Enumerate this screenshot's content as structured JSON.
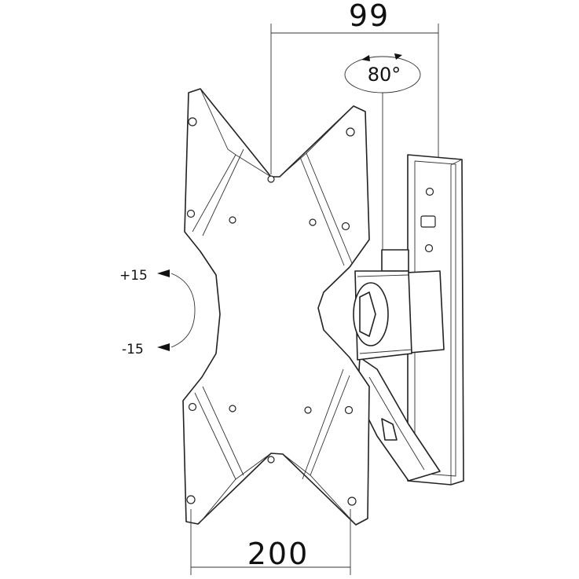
{
  "dimensions": {
    "top_width": "99",
    "swivel_angle": "80°",
    "tilt_up": "+15",
    "tilt_down": "-15",
    "bottom_width": "200"
  }
}
